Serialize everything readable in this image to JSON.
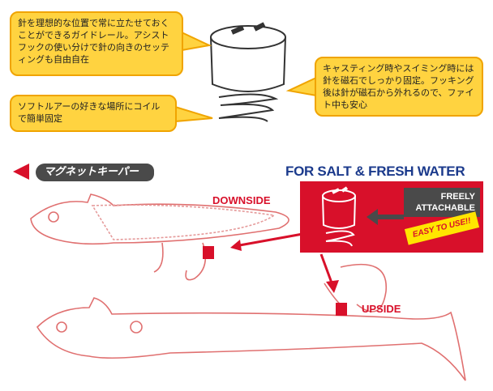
{
  "callouts": {
    "guide_rail": "針を理想的な位置で常に立たせておくことができるガイドレール。アシストフックの使い分けで針の向きのセッティングも自由自在",
    "coil_fix": "ソフトルアーの好きな場所にコイルで簡単固定",
    "magnet": "キャスティング時やスイミング時には針を磁石でしっかり固定。フッキング後は針が磁石から外れるので、ファイト中も安心"
  },
  "section_label": "マグネットキーパー",
  "panel": {
    "title": "FOR SALT & FRESH WATER",
    "freely": "FREELY ATTACHABLE",
    "easy": "EASY TO USE!!"
  },
  "labels": {
    "downside": "DOWNSIDE",
    "upside": "UPSIDE"
  },
  "colors": {
    "callout_fill": "#ffd340",
    "accent_red": "#d8102a",
    "title_blue": "#1b3a8c",
    "dark_gray": "#4a4a4a"
  }
}
